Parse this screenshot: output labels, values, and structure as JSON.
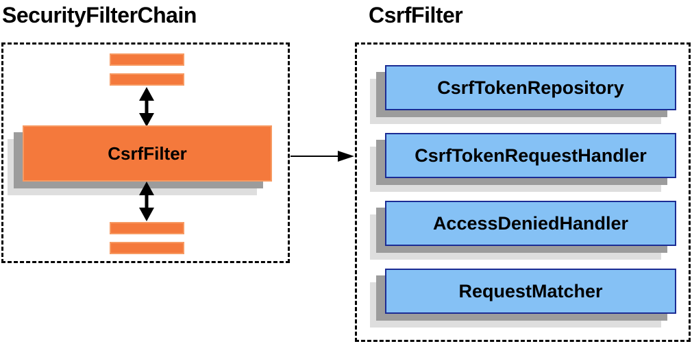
{
  "diagram": {
    "left_panel": {
      "title": "SecurityFilterChain",
      "filter_box_label": "CsrfFilter"
    },
    "right_panel": {
      "title": "CsrfFilter",
      "components": [
        {
          "label": "CsrfTokenRepository"
        },
        {
          "label": "CsrfTokenRequestHandler"
        },
        {
          "label": "AccessDeniedHandler"
        },
        {
          "label": "RequestMatcher"
        }
      ]
    },
    "colors": {
      "orange_fill": "#F4793C",
      "orange_border": "#F79A62",
      "blue_fill": "#85C1F5",
      "blue_border": "#1B2C94",
      "shadow_dark": "#9C9C9C",
      "shadow_light": "#DEDEDE",
      "dashed_border": "#000000",
      "arrow": "#000000",
      "text": "#000000"
    }
  }
}
